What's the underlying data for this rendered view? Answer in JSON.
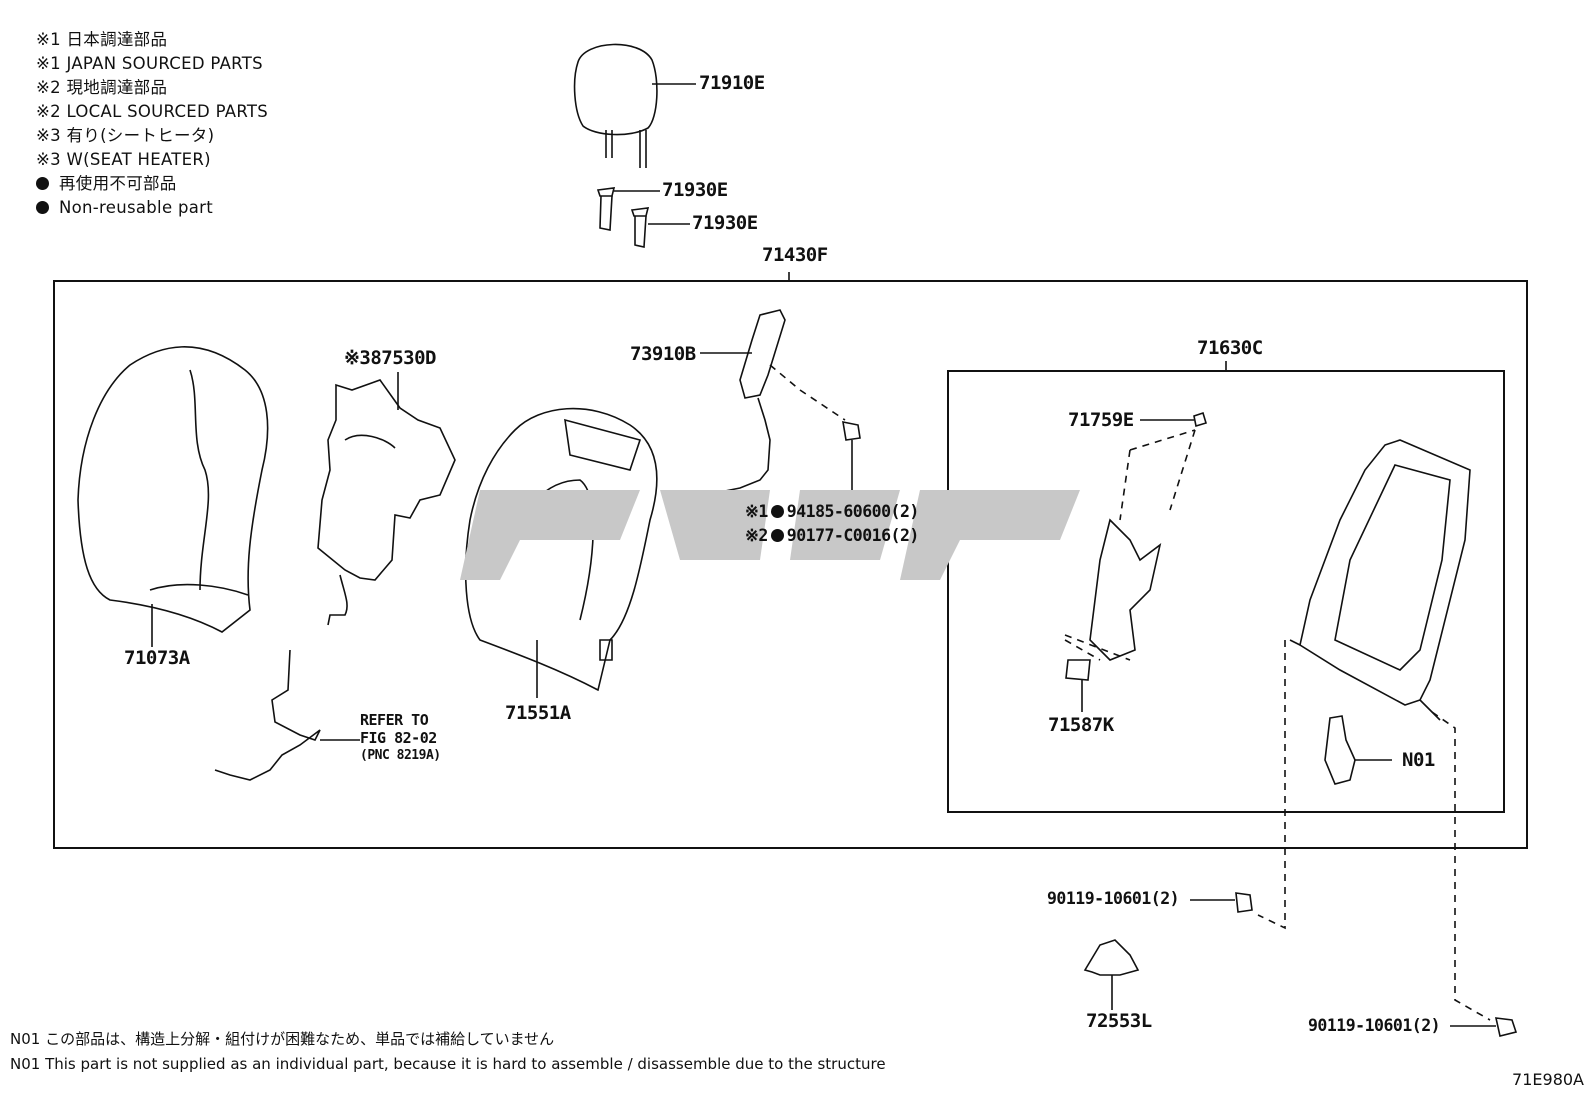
{
  "legend": {
    "l1": "※1 日本調達部品",
    "l2": "※1 JAPAN SOURCED PARTS",
    "l3": "※2 現地調達部品",
    "l4": "※2 LOCAL SOURCED PARTS",
    "l5": "※3 有り(シートヒータ)",
    "l6": "※3 W(SEAT HEATER)",
    "l7": "再使用不可部品",
    "l8": "Non-reusable part"
  },
  "parts": {
    "headrest": "71910E",
    "support_a": "71930E",
    "support_b": "71930E",
    "assembly": "71430F",
    "pad": "71073A",
    "heater": "87530D",
    "heater_prefix": "※3",
    "cover": "71551A",
    "airbag": "73910B",
    "nut1_prefix": "※1",
    "nut1": "94185-60600(2)",
    "nut2_prefix": "※2",
    "nut2": "90177-C0016(2)",
    "frame": "71630C",
    "clip": "71759E",
    "bracket": "71587K",
    "motor": "N01",
    "bolt_a": "90119-10601(2)",
    "bolt_b": "90119-10601(2)",
    "hinge_cover": "72553L",
    "refer_1": "REFER TO",
    "refer_2": "FIG 82-02",
    "refer_3": "(PNC 8219A)"
  },
  "notes": {
    "n_jp": "N01 この部品は、構造上分解・組付けが困難なため、単品では補給していません",
    "n_en": "N01 This part is not supplied as an individual part, because it is hard to assemble / disassemble due to the structure",
    "diagram_code": "71E980A"
  },
  "colors": {
    "line": "#111111",
    "watermark": "#c8c8c8"
  }
}
